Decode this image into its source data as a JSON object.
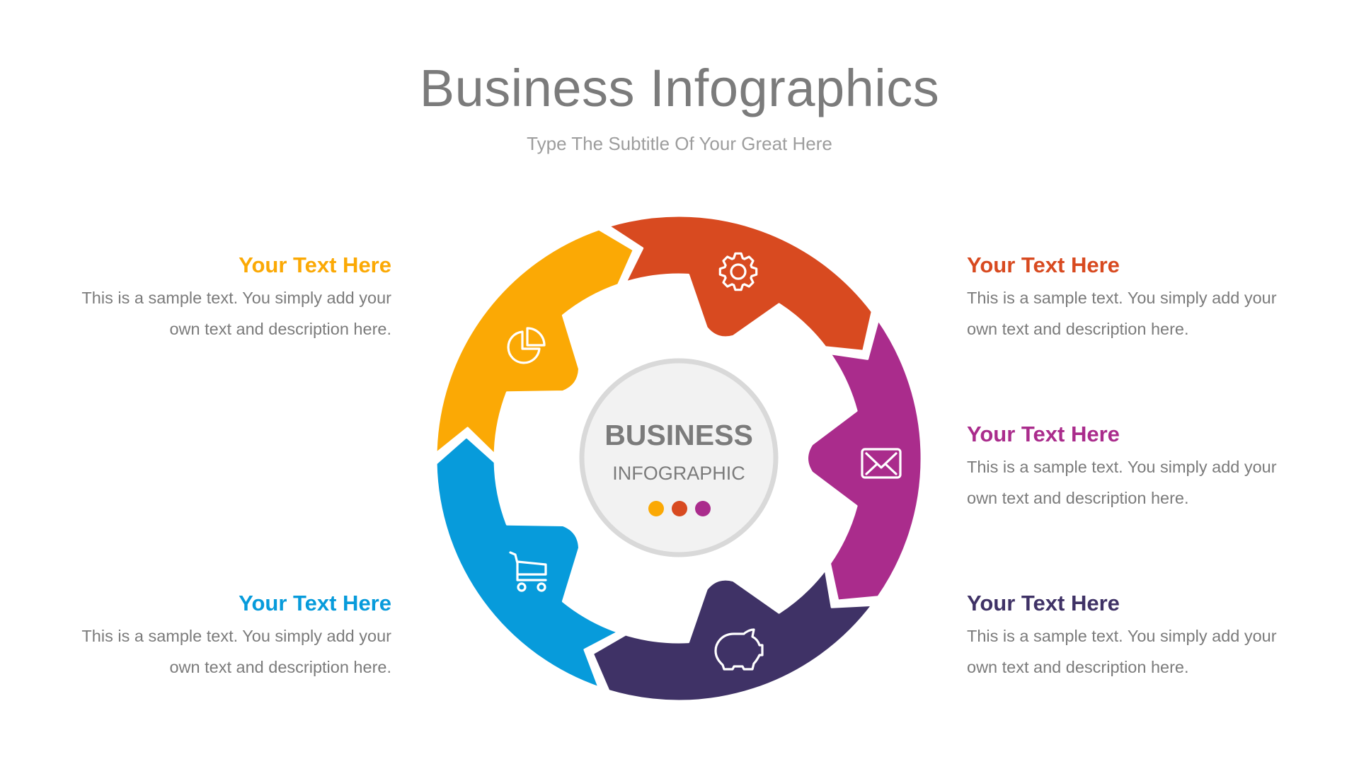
{
  "header": {
    "title": "Business Infographics",
    "subtitle": "Type The Subtitle Of Your Great Here"
  },
  "center": {
    "title": "BUSINESS",
    "subtitle": "INFOGRAPHIC",
    "dots": [
      "#FBA905",
      "#D84A20",
      "#AA2C8C"
    ]
  },
  "segments": [
    {
      "id": "segment-1",
      "color": "#FBA905",
      "icon": "pie-chart-icon",
      "angle": -144
    },
    {
      "id": "segment-2",
      "color": "#D84A20",
      "icon": "gear-icon",
      "angle": -72
    },
    {
      "id": "segment-3",
      "color": "#AA2C8C",
      "icon": "envelope-icon",
      "angle": 0
    },
    {
      "id": "segment-4",
      "color": "#3F3266",
      "icon": "piggy-bank-icon",
      "angle": 72
    },
    {
      "id": "segment-5",
      "color": "#079BDB",
      "icon": "shopping-cart-icon",
      "angle": 144
    }
  ],
  "items": [
    {
      "heading": "Your Text Here",
      "color": "#FBA905",
      "line1": "This is a sample text. You simply add your",
      "line2": "own text and description here.",
      "side": "left"
    },
    {
      "heading": "Your Text Here",
      "color": "#D84A20",
      "line1": "This is a sample text. You simply add your",
      "line2": "own text and description here.",
      "side": "right"
    },
    {
      "heading": "Your Text Here",
      "color": "#AA2C8C",
      "line1": "This is a sample text. You simply add your",
      "line2": "own text and description here.",
      "side": "right"
    },
    {
      "heading": "Your Text Here",
      "color": "#3F3266",
      "line1": "This is a sample text. You simply add your",
      "line2": "own text and description here.",
      "side": "right"
    },
    {
      "heading": "Your Text Here",
      "color": "#079BDB",
      "line1": "This is a sample text. You simply add your",
      "line2": "own text and description here.",
      "side": "left"
    }
  ]
}
